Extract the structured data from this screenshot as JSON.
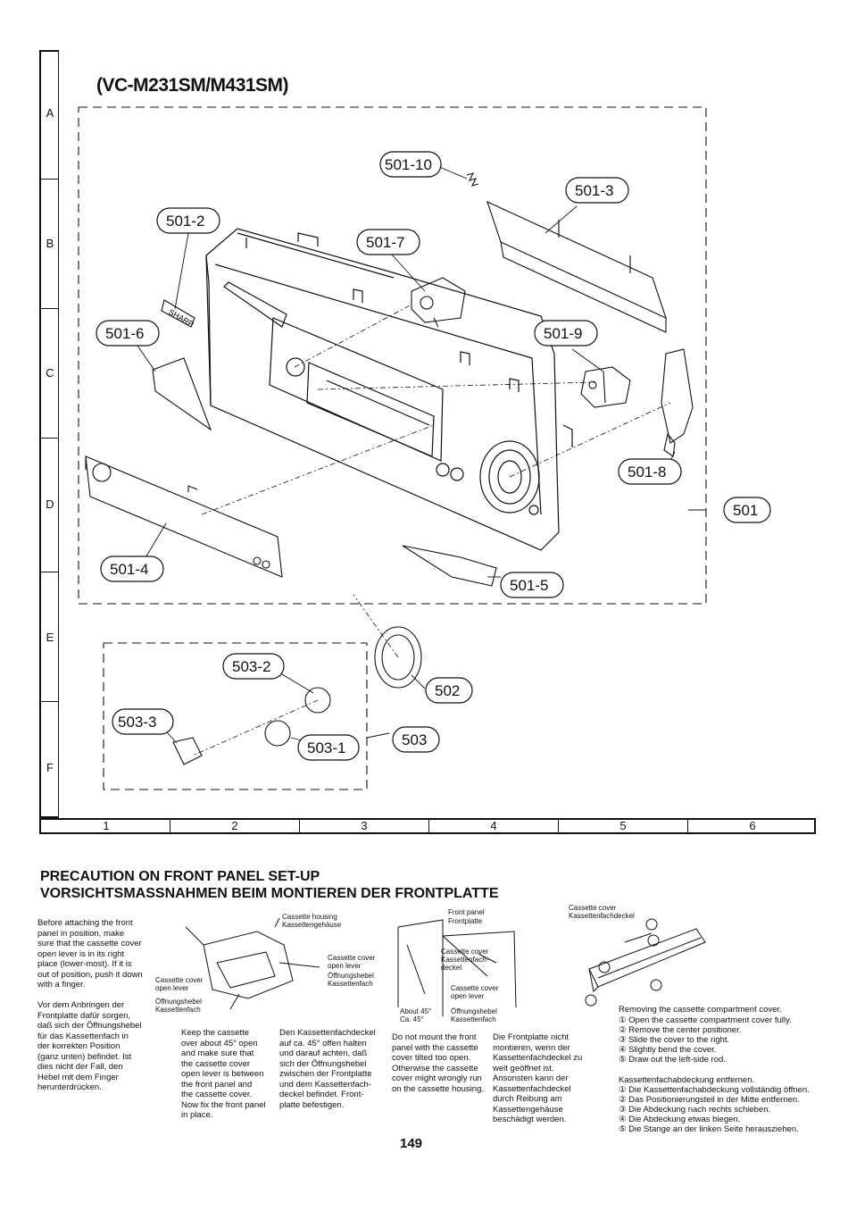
{
  "diagram": {
    "title": "(VC-M231SM/M431SM)",
    "row_letters": [
      "A",
      "B",
      "C",
      "D",
      "E",
      "F"
    ],
    "col_numbers": [
      "1",
      "2",
      "3",
      "4",
      "5",
      "6"
    ],
    "callouts": {
      "c501_10": "501-10",
      "c501_3": "501-3",
      "c501_2": "501-2",
      "c501_7": "501-7",
      "c501_6": "501-6",
      "c501_9": "501-9",
      "c501_8": "501-8",
      "c501": "501",
      "c501_4": "501-4",
      "c501_5": "501-5",
      "c503_2": "503-2",
      "c502": "502",
      "c503_3": "503-3",
      "c503": "503",
      "c503_1": "503-1"
    },
    "logo_text": "SHARP"
  },
  "precaution": {
    "heading_en": "PRECAUTION ON FRONT PANEL SET-UP",
    "heading_de": "VORSICHTSMASSNAHMEN BEIM MONTIEREN DER FRONTPLATTE",
    "col1_en": "Before attaching the front panel in position, make sure that the cassette cover open lever is in its right place (lower-most). If it is out of position, push it down with a finger.",
    "col1_de": "Vor dem Anbringen der Frontplatte dafür sorgen, daß sich der Öffnungshebel für das Kassettenfach in der korrekten Position (ganz unten) befindet. Ist dies nicht der Fall, den Hebel mit dem Finger herunterdrücken.",
    "fig1_labels": {
      "housing_en": "Cassette housing",
      "housing_de": "Kassettengehäuse",
      "lever_en": "Cassette cover open lever",
      "lever_de": "Öffnungshebel Kassettenfach",
      "lever2_en": "Cassette cover open lever",
      "lever2_de": "Öffnungshebel Kassettenfach"
    },
    "col2_en": "Keep the cassette over about 45° open and make sure that the cassette cover open lever is between the front panel and the cassette cover. Now fix the front panel in place.",
    "col3_de": "Den Kassettenfachdeckel auf ca. 45° offen halten und darauf achten, daß sich der Öffnungshebel zwischen der Frontplatte und dem Kassettenfach-deckel befindet. Front-platte befestigen.",
    "fig2_labels": {
      "panel_en": "Front panel",
      "panel_de": "Frontplatte",
      "cover_en": "Cassette cover",
      "cover_de": "Kassettenfach-deckel",
      "lever_en": "Cassette cover open lever",
      "lever_de": "Öffnungshebel Kassettenfach",
      "angle_en": "About 45°",
      "angle_de": "Ca. 45°"
    },
    "col4_en": "Do not mount the front panel with the cassette cover tilted too open. Otherwise the cassette cover might wrongly run on the cassette housing.",
    "col5_de": "Die Frontplatte nicht montieren, wenn der Kassettenfachdeckel zu weit geöffnet ist. Ansonsten kann der Kassettenfachdeckel durch Reibung am Kassettengehäuse beschädigt werden.",
    "fig3_labels": {
      "cover_en": "Cassette cover",
      "cover_de": "Kassettenfachdeckel"
    },
    "removal_heading_en": "Removing the cassette compartment cover.",
    "removal_steps_en": [
      "① Open the cassette compartment cover fully.",
      "② Remove the center positioner.",
      "③ Slide the cover to the right.",
      "④ Slightly bend the cover.",
      "⑤ Draw out the left-side rod."
    ],
    "removal_heading_de": "Kassettenfachabdeckung entfernen.",
    "removal_steps_de": [
      "① Die Kassettenfachabdeckung vollständig öffnen.",
      "② Das Positionierungsteil in der Mitte entfernen.",
      "③ Die Abdeckung nach rechts schieben.",
      "④ Die Abdeckung etwas biegen.",
      "⑤ Die Stange an der linken Seite herausziehen."
    ]
  },
  "page_number": "149"
}
